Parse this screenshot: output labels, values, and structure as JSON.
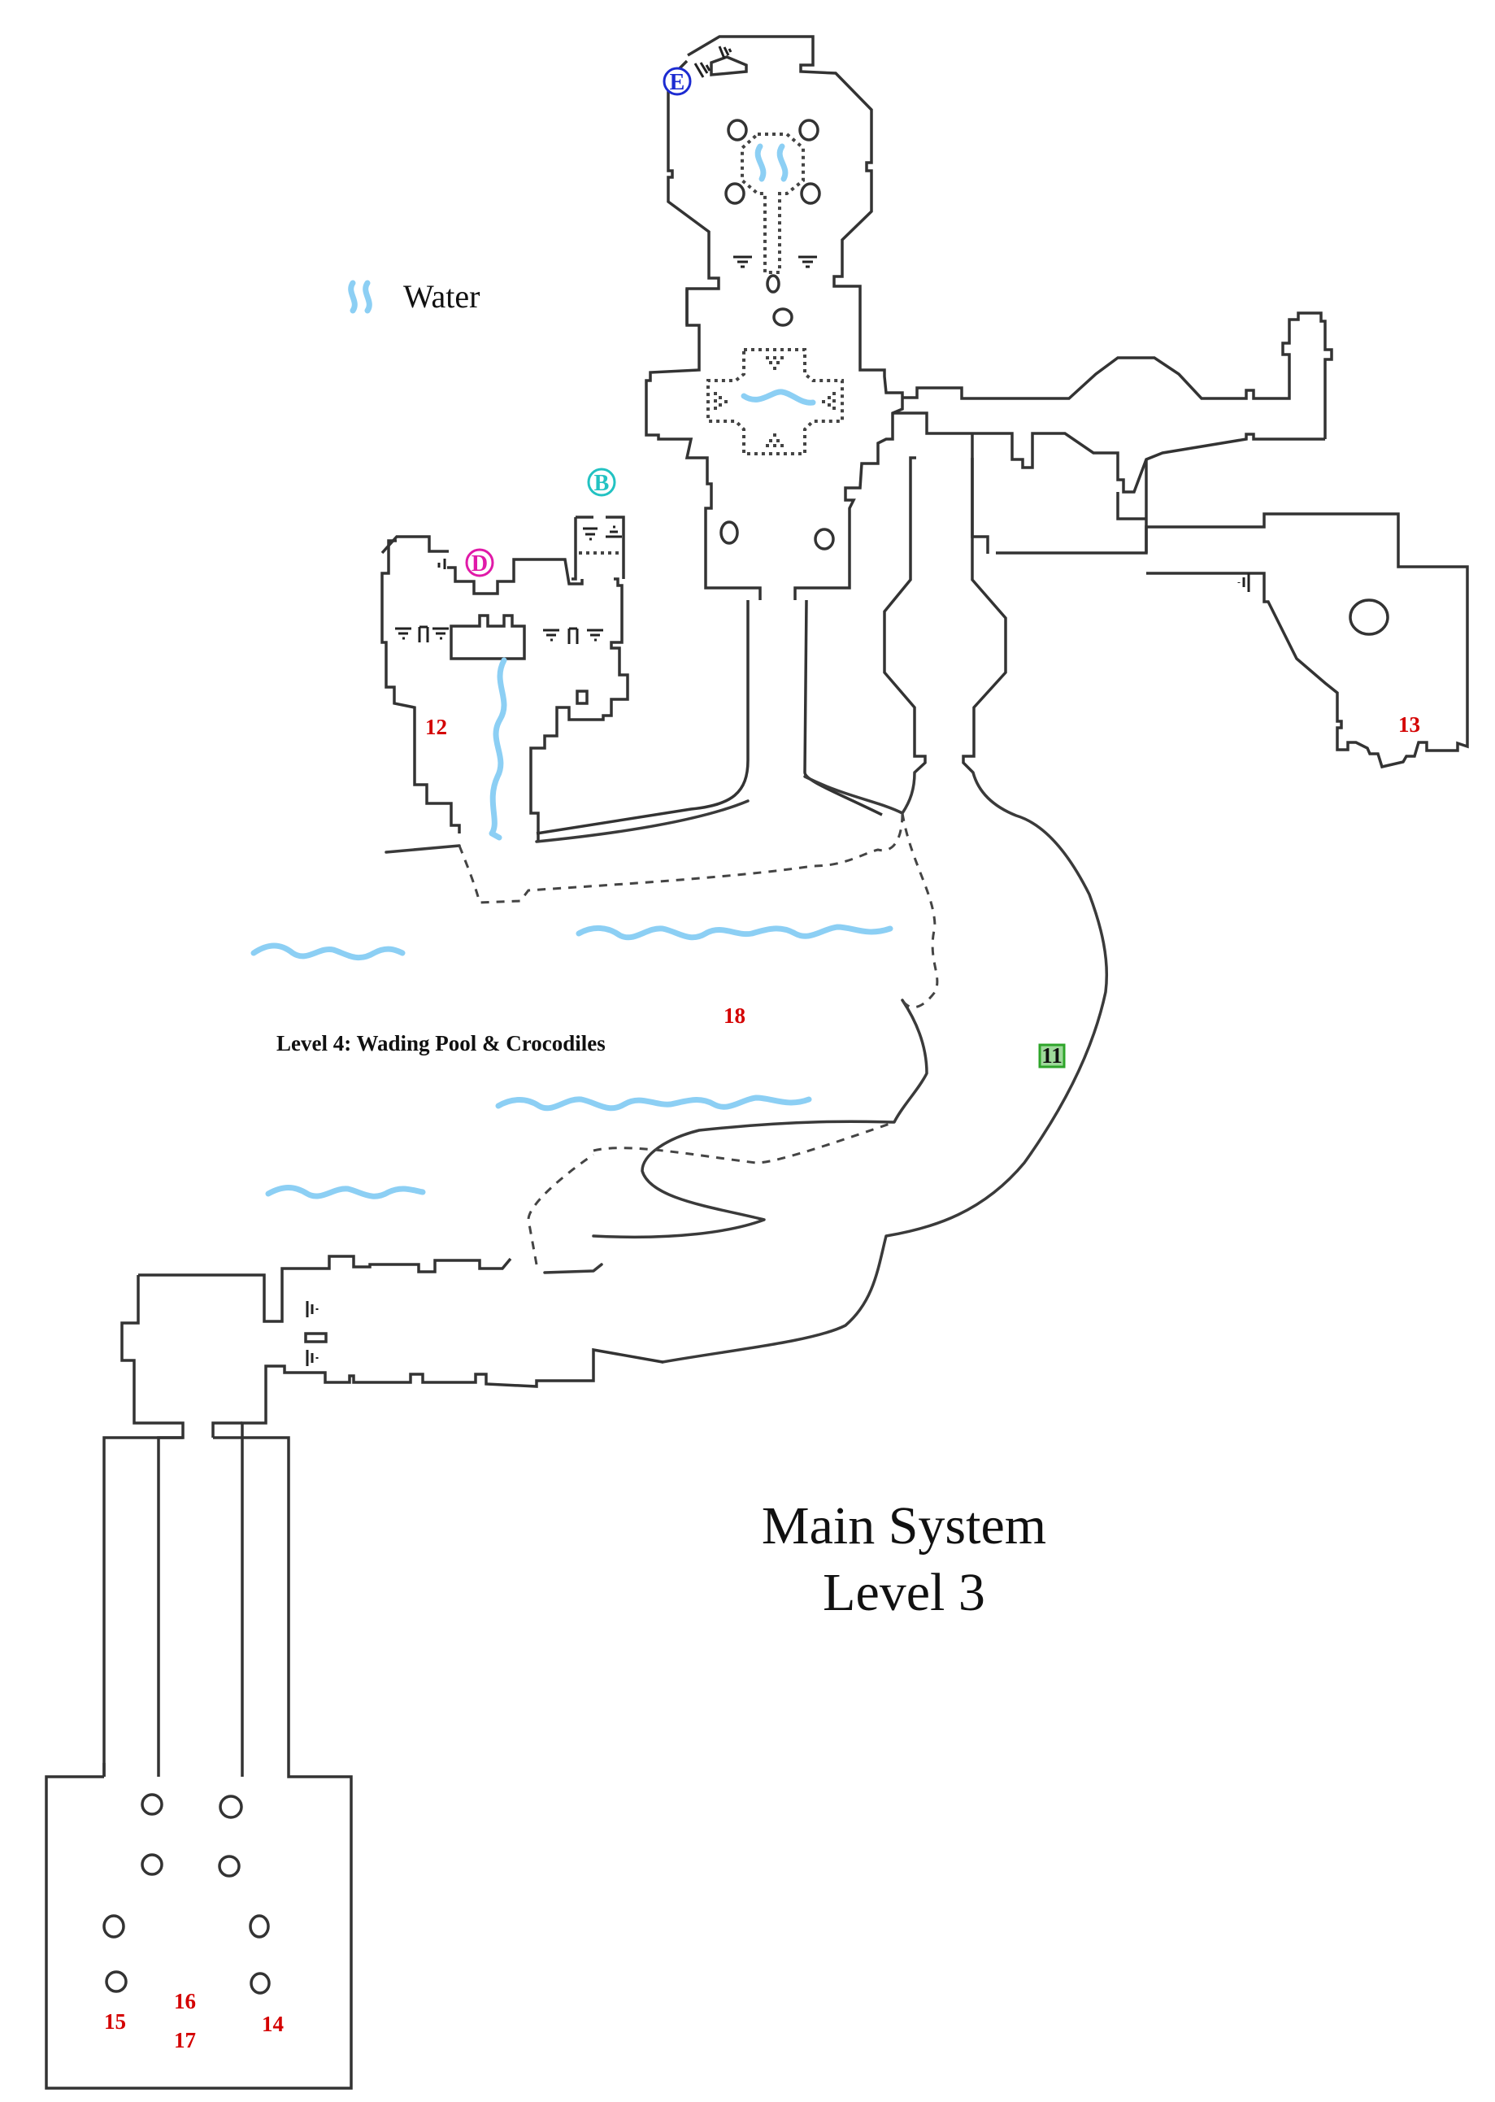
{
  "map": {
    "title_line1": "Main System",
    "title_line2": "Level 3",
    "legend": {
      "water_icon": "water-wavy-lines-icon",
      "water_label": "Water"
    },
    "sublevel_label": "Level 4: Wading Pool & Crocodiles",
    "entrance_markers": [
      {
        "letter": "E",
        "color": "#1c2bd1"
      },
      {
        "letter": "B",
        "color": "#22c2c2"
      },
      {
        "letter": "D",
        "color": "#e01aa8"
      }
    ],
    "highlight_badge": {
      "label": "11",
      "color": "#9ed99a",
      "border": "#2ea52a"
    },
    "room_numbers": [
      {
        "label": "12"
      },
      {
        "label": "13"
      },
      {
        "label": "14"
      },
      {
        "label": "15"
      },
      {
        "label": "16"
      },
      {
        "label": "17"
      },
      {
        "label": "18"
      }
    ],
    "colors": {
      "room_number": "#d40000",
      "water": "#8ccff4",
      "wall": "#333333"
    }
  }
}
